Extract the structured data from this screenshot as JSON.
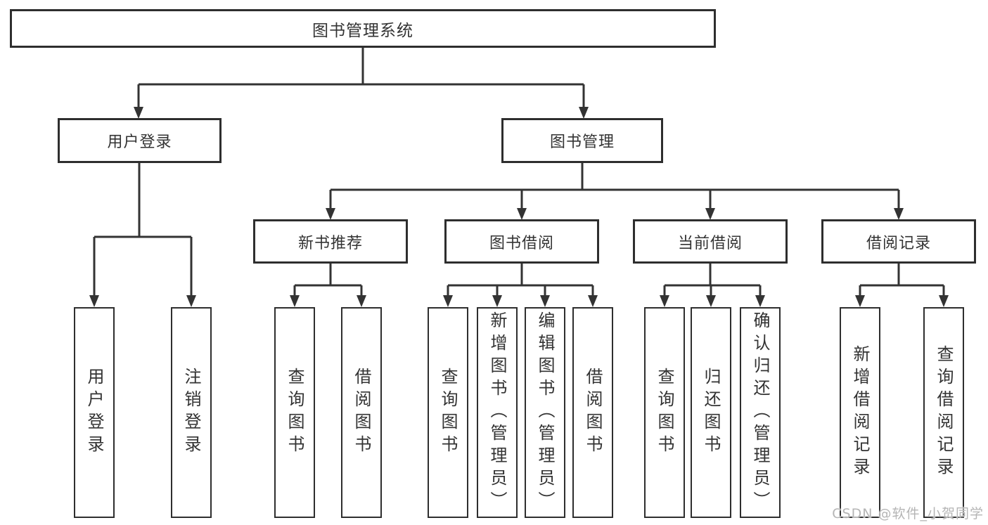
{
  "tree": {
    "label": "图书管理系统",
    "children": [
      {
        "label": "用户登录",
        "children": [
          {
            "label": "用户登录"
          },
          {
            "label": "注销登录"
          }
        ]
      },
      {
        "label": "图书管理",
        "children": [
          {
            "label": "新书推荐",
            "children": [
              {
                "label": "查询图书"
              },
              {
                "label": "借阅图书"
              }
            ]
          },
          {
            "label": "图书借阅",
            "children": [
              {
                "label": "查询图书"
              },
              {
                "label": "新增图书（管理员）"
              },
              {
                "label": "编辑图书（管理员）"
              },
              {
                "label": "借阅图书"
              }
            ]
          },
          {
            "label": "当前借阅",
            "children": [
              {
                "label": "查询图书"
              },
              {
                "label": "归还图书"
              },
              {
                "label": "确认归还（管理员）"
              }
            ]
          },
          {
            "label": "借阅记录",
            "children": [
              {
                "label": "新增借阅记录"
              },
              {
                "label": "查询借阅记录"
              }
            ]
          }
        ]
      }
    ]
  },
  "watermark": {
    "text": "CSDN @软件_小贺同学"
  },
  "colors": {
    "line": "#333333",
    "box-border": "#2e2e2e",
    "box-fill": "#ffffff",
    "text": "#333333",
    "watermark": "#b5b5b5",
    "background": "#ffffff"
  }
}
